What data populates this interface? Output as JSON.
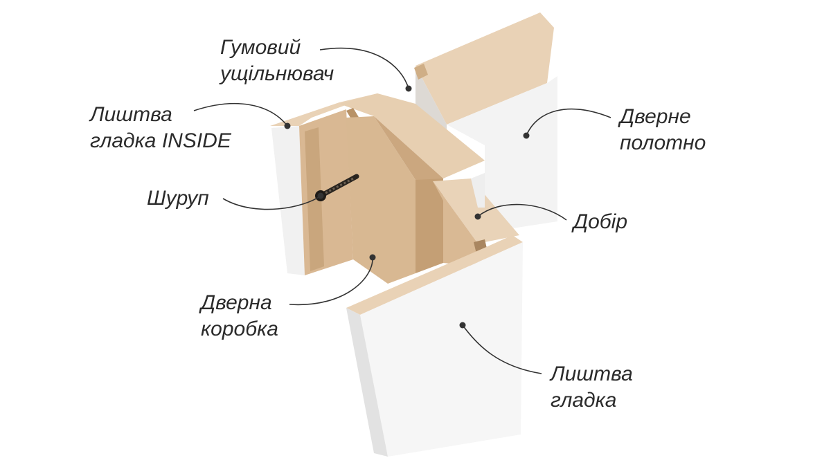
{
  "colors": {
    "mdf_top": "#e9d2b6",
    "mdf_side": "#d7b791",
    "mdf_dark": "#b9976f",
    "white_face": "#f4f4f4",
    "white_shade": "#e3e3e3",
    "label_text": "#2b2b2b"
  },
  "labels": {
    "seal": {
      "line1": "Гумовий",
      "line2": "ущільнювач"
    },
    "casing_inside": {
      "line1": "Лиштва",
      "line2": "гладка INSIDE"
    },
    "screw": {
      "line1": "Шуруп"
    },
    "frame": {
      "line1": "Дверна",
      "line2": "коробка"
    },
    "door_leaf": {
      "line1": "Дверне",
      "line2": "полотно"
    },
    "extension": {
      "line1": "Добір"
    },
    "casing_smooth": {
      "line1": "Лиштва",
      "line2": "гладка"
    }
  },
  "icons": {
    "screw": "screw-icon"
  }
}
